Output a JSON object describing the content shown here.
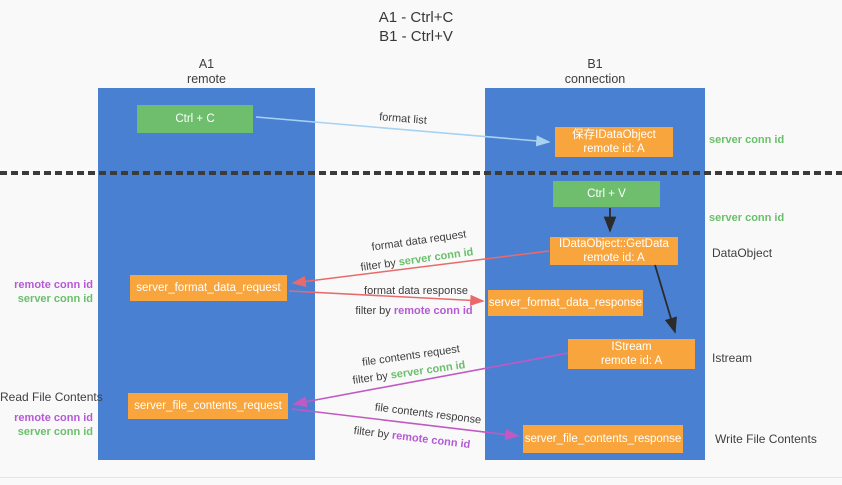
{
  "title": {
    "line1": "A1 - Ctrl+C",
    "line2": "B1 - Ctrl+V"
  },
  "columns": {
    "left": {
      "name": "A1",
      "role": "remote"
    },
    "right": {
      "name": "B1",
      "role": "connection"
    }
  },
  "nodes": {
    "ctrl_c": "Ctrl + C",
    "ctrl_v": "Ctrl + V",
    "save_idataobject": {
      "line1": "保存IDataObject",
      "line2": "remote id: A"
    },
    "getdata": {
      "line1": "IDataObject::GetData",
      "line2": "remote id: A"
    },
    "istream": {
      "line1": "IStream",
      "line2": "remote id: A"
    },
    "server_format_data_request": "server_format_data_request",
    "server_format_data_response": "server_format_data_response",
    "server_file_contents_request": "server_file_contents_request",
    "server_file_contents_response": "server_file_contents_response"
  },
  "terms": {
    "server_conn_id": "server conn id",
    "remote_conn_id": "remote conn id",
    "filter_by": "filter by"
  },
  "side_labels": {
    "dataobject": "DataObject",
    "istream": "Istream",
    "read_file_contents": "Read File Contents",
    "write_file_contents": "Write File Contents"
  },
  "arrow_labels": {
    "format_list": "format list",
    "format_data_request": "format data request",
    "format_data_response": "format data response",
    "file_contents_request": "file contents request",
    "file_contents_response": "file contents response"
  },
  "colors": {
    "column_blue": "#4a80d2",
    "node_green": "#6fbe6e",
    "node_orange": "#f8a53e",
    "arrow_red": "#e96a6a",
    "arrow_magenta": "#c05ac2",
    "arrow_lightblue": "#a8d2f1",
    "arrow_black": "#2b2b2b",
    "text_green": "#6abf6b",
    "text_purple": "#b55ad5",
    "background": "#f9f9f9"
  }
}
